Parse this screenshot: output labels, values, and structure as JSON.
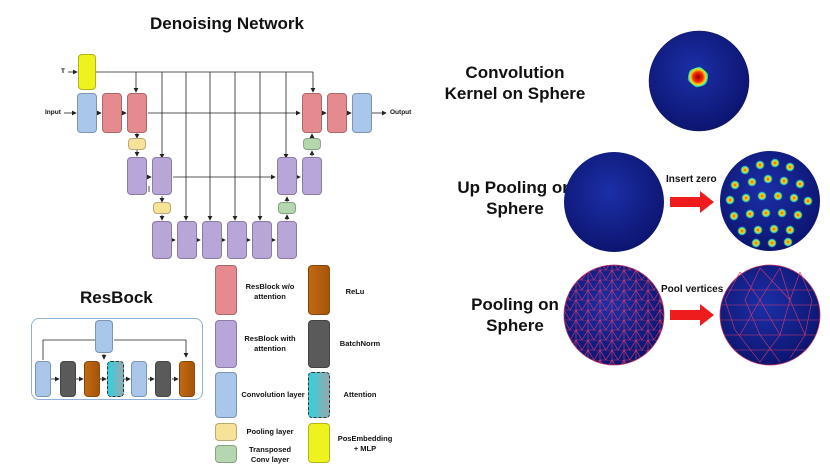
{
  "denoise": {
    "title": "Denoising Network",
    "input_label": "Input",
    "output_label": "Output",
    "t_label": "T"
  },
  "resblock": {
    "title": "ResBock"
  },
  "legend": {
    "resblock_wo": "ResBlock w/o attention",
    "relu": "ReLu",
    "resblock_with": "ResBlock with attention",
    "batchnorm": "BatchNorm",
    "conv": "Convolution layer",
    "attention": "Attention",
    "pooling": "Pooling layer",
    "posemb": "PosEmbedding + MLP",
    "transposed": "Transposed Conv layer"
  },
  "sphere": {
    "conv_title": "Convolution Kernel on Sphere",
    "up_title": "Up Pooling on Sphere",
    "up_note": "Insert zero",
    "pool_title": "Pooling on Sphere",
    "pool_note": "Pool vertices"
  },
  "colors": {
    "red_block": "#e58a8e",
    "purple_block": "#b9a6d9",
    "blue_block": "#a9c7ea",
    "yellow_block": "#f7e29a",
    "green_block": "#b5d7b0",
    "pos_yellow": "#eef21e",
    "relu_brown": "#b8620d",
    "batchnorm_gray": "#5a5a5a",
    "attention_cyan": "#2fd2e0",
    "arrow_red": "#ee1c1c",
    "sphere_blue": "#1a2a9a"
  }
}
